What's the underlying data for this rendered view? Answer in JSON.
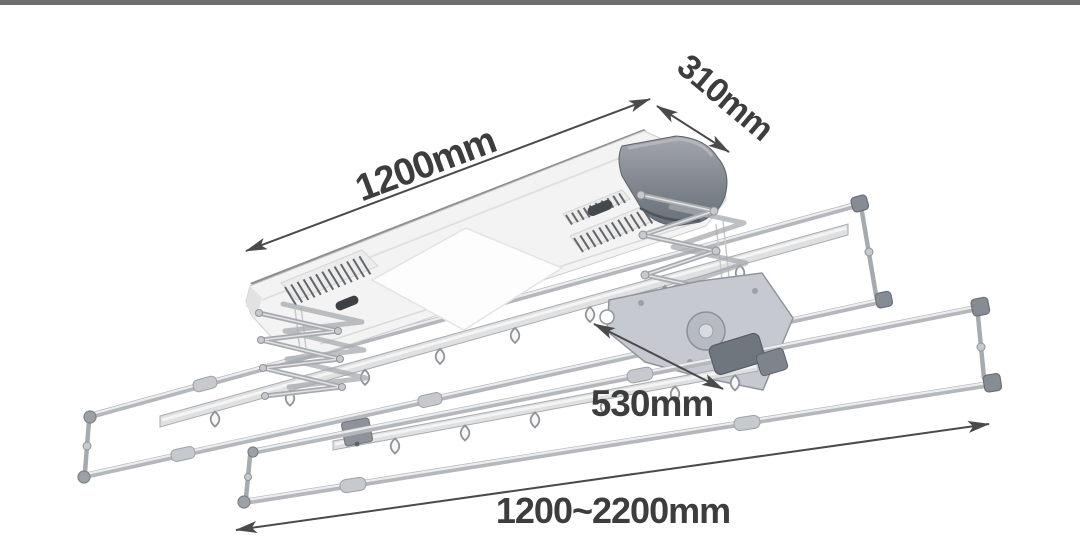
{
  "illustration": {
    "subject": "ceiling-mounted-electric-clothes-drying-rack",
    "view": "3d-perspective-from-below"
  },
  "dimensions": {
    "length_label": "1200mm",
    "depth_label": "310mm",
    "rod_span_label": "530mm",
    "width_range_label": "1200~2200mm"
  },
  "colors": {
    "top_bar": "#6e6e6e",
    "dim_text": "#3d3d3d",
    "dim_line": "#4a4a4a",
    "body_face": "#f3f3f4",
    "body_side": "#8f9094",
    "cap_top": "#a2a6ac",
    "cap_bottom": "#697078",
    "metal": "#b4b7bb",
    "metal_hi": "#ecedee",
    "metal_dark": "#868c94",
    "rail": "#dfe0e1",
    "plate": "#c6cad0",
    "clamp": "#70767e"
  }
}
